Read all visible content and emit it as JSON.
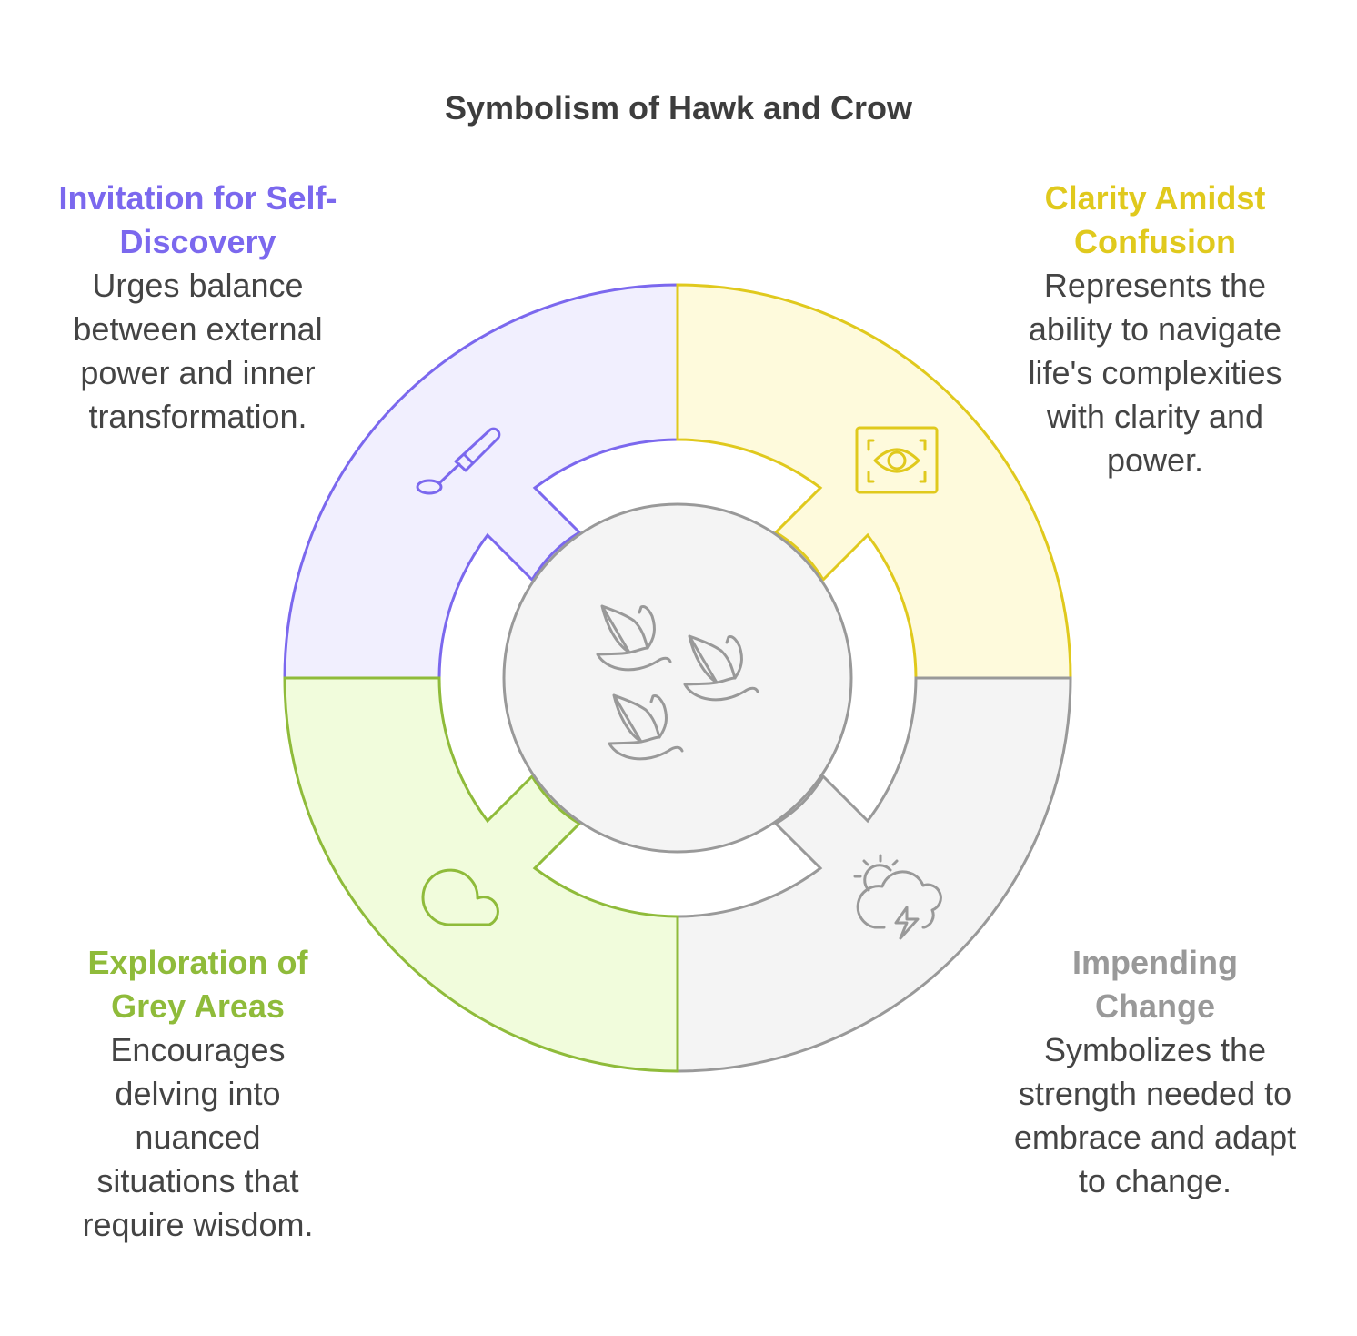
{
  "title": "Symbolism of Hawk and Crow",
  "center": {
    "icon": "birds-flock-icon",
    "fill": "#f4f4f4",
    "stroke": "#999999"
  },
  "segments": [
    {
      "position": "top-left",
      "heading": "Invitation for Self-Discovery",
      "description": "Urges balance between external power and inner transformation.",
      "icon": "paintbrush-icon",
      "color": "#7b68ee",
      "fill": "#f1effe"
    },
    {
      "position": "top-right",
      "heading": "Clarity Amidst Confusion",
      "description": "Represents the ability to navigate life's complexities with clarity and power.",
      "icon": "eye-scan-icon",
      "color": "#e0c91d",
      "fill": "#fefadc"
    },
    {
      "position": "bottom-left",
      "heading": "Exploration of Grey Areas",
      "description": "Encourages delving into nuanced situations that require wisdom.",
      "icon": "cloud-icon",
      "color": "#8fbb3a",
      "fill": "#f1fcdc"
    },
    {
      "position": "bottom-right",
      "heading": "Impending Change",
      "description": "Symbolizes the strength needed to embrace and adapt to change.",
      "icon": "storm-sun-cloud-icon",
      "color": "#999999",
      "fill": "#f4f4f4"
    }
  ]
}
